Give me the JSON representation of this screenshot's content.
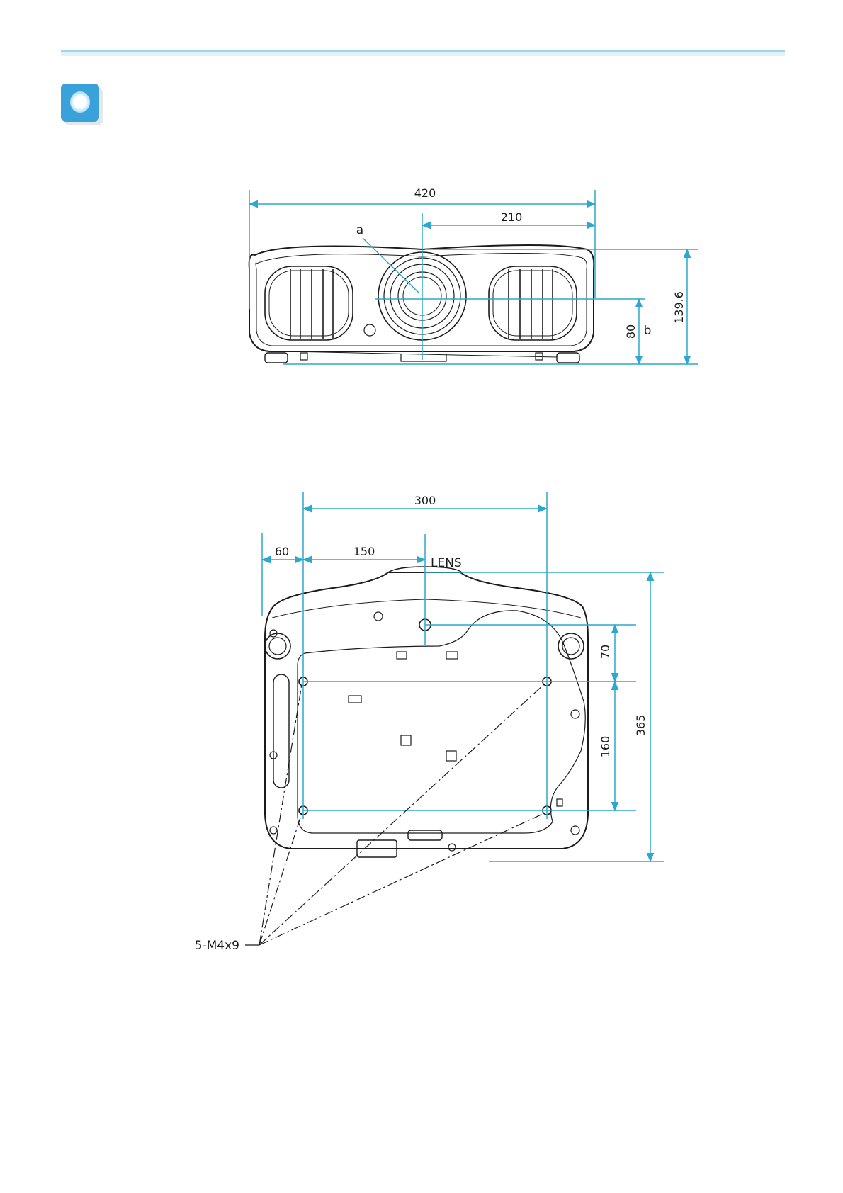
{
  "section_icon": "info-bulb-icon",
  "colors": {
    "dimension": "#2ea7cf",
    "rule": "#9bd6ea",
    "icon": "#3aa2da"
  },
  "front_view": {
    "width_total": "420",
    "half_width": "210",
    "lens_label": "a",
    "lens_height": "80",
    "lens_height_label": "b",
    "height_total": "139.6"
  },
  "bottom_view": {
    "hole_spacing_x": "300",
    "edge_offset": "60",
    "lens_offset": "150",
    "lens_label": "LENS",
    "hole_spacing_y_top": "70",
    "hole_spacing_y": "160",
    "depth_total": "365",
    "screw_label": "5-M4x9"
  }
}
